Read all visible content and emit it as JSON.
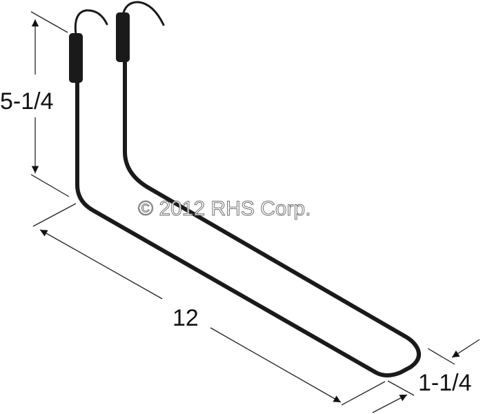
{
  "dimensions": {
    "height_label": "5-1/4",
    "length_label": "12",
    "width_label": "1-1/4"
  },
  "watermark": "© 2012 RHS Corp.",
  "colors": {
    "element": "#1a1a1a",
    "lines": "#222222"
  }
}
